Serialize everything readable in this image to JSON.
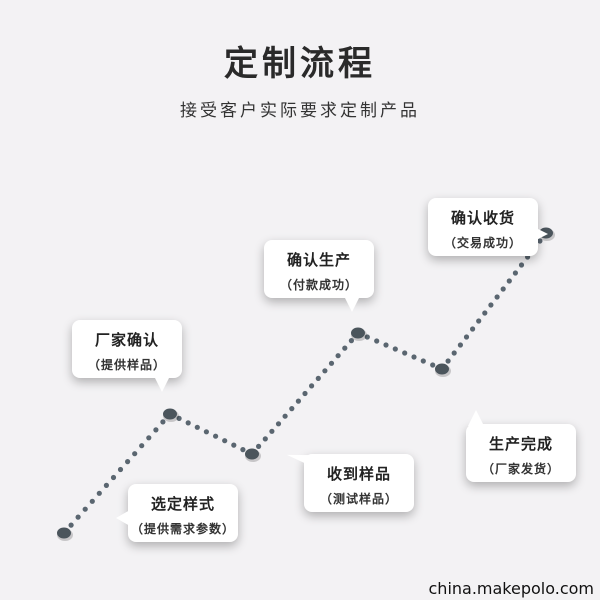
{
  "header": {
    "title": "定制流程",
    "subtitle": "接受客户实际要求定制产品"
  },
  "steps": [
    {
      "main": "选定样式",
      "sub": "（提供需求参数）"
    },
    {
      "main": "厂家确认",
      "sub": "（提供样品）"
    },
    {
      "main": "收到样品",
      "sub": "（测试样品）"
    },
    {
      "main": "确认生产",
      "sub": "（付款成功）"
    },
    {
      "main": "生产完成",
      "sub": "（厂家发货）"
    },
    {
      "main": "确认收货",
      "sub": "（交易成功）"
    }
  ],
  "watermark": "china.makepolo.com",
  "colors": {
    "background": "#f3f2f4",
    "dot": "#5a6670",
    "node": "#4b555c"
  }
}
